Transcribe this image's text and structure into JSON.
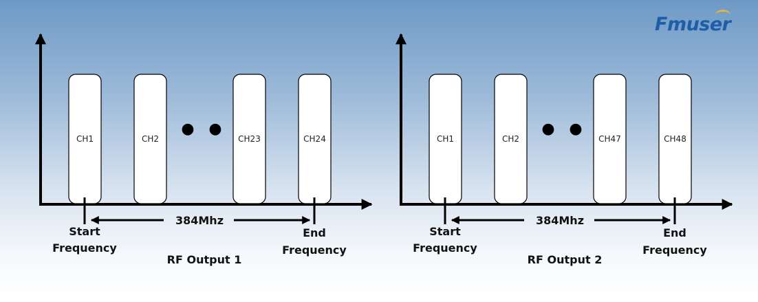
{
  "logo": {
    "text": "Fmuser"
  },
  "dots_glyph": "●",
  "diagrams": [
    {
      "channels": [
        "CH1",
        "CH2",
        "CH23",
        "CH24"
      ],
      "span": "384Mhz",
      "start": [
        "Start",
        "Frequency"
      ],
      "end": [
        "End",
        "Frequency"
      ],
      "title": "RF Output 1"
    },
    {
      "channels": [
        "CH1",
        "CH2",
        "CH47",
        "CH48"
      ],
      "span": "384Mhz",
      "start": [
        "Start",
        "Frequency"
      ],
      "end": [
        "End",
        "Frequency"
      ],
      "title": "RF Output 2"
    }
  ],
  "colors": {
    "ink": "#000000",
    "box_fill": "#ffffff",
    "logo": "#1f5da6"
  }
}
